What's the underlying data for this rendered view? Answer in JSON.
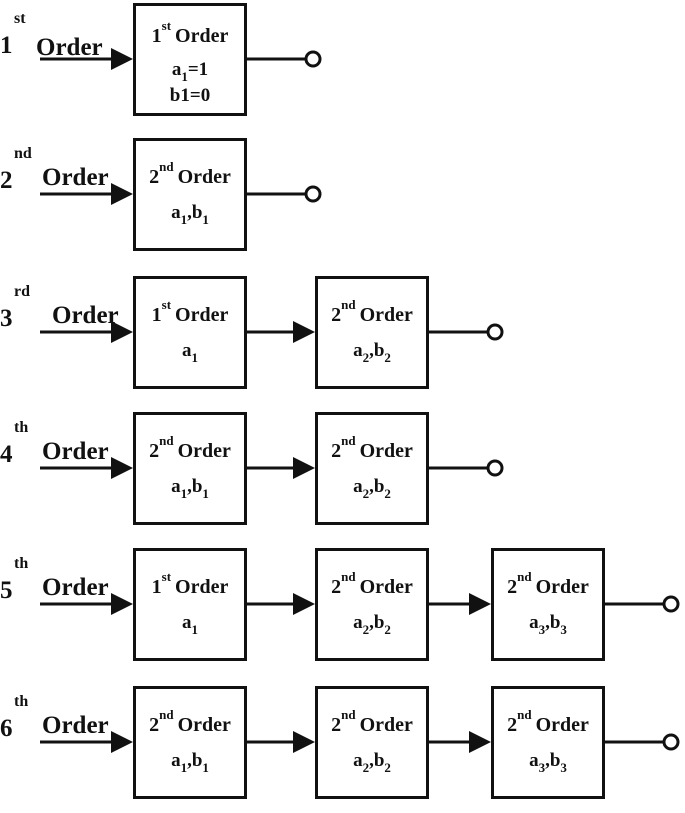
{
  "rows": [
    {
      "num": "1",
      "sup": "st",
      "word": "Order",
      "blocks": [
        {
          "num": "1",
          "sup": "st",
          "word": "Order",
          "params": [
            "a1=1",
            "b1=0"
          ]
        }
      ]
    },
    {
      "num": "2",
      "sup": "nd",
      "word": "Order",
      "blocks": [
        {
          "num": "2",
          "sup": "nd",
          "word": "Order",
          "params": [
            "a1,b1"
          ]
        }
      ]
    },
    {
      "num": "3",
      "sup": "rd",
      "word": "Order",
      "blocks": [
        {
          "num": "1",
          "sup": "st",
          "word": "Order",
          "params": [
            "a1"
          ]
        },
        {
          "num": "2",
          "sup": "nd",
          "word": "Order",
          "params": [
            "a2,b2"
          ]
        }
      ]
    },
    {
      "num": "4",
      "sup": "th",
      "word": "Order",
      "blocks": [
        {
          "num": "2",
          "sup": "nd",
          "word": "Order",
          "params": [
            "a1,b1"
          ]
        },
        {
          "num": "2",
          "sup": "nd",
          "word": "Order",
          "params": [
            "a2,b2"
          ]
        }
      ]
    },
    {
      "num": "5",
      "sup": "th",
      "word": "Order",
      "blocks": [
        {
          "num": "1",
          "sup": "st",
          "word": "Order",
          "params": [
            "a1"
          ]
        },
        {
          "num": "2",
          "sup": "nd",
          "word": "Order",
          "params": [
            "a2,b2"
          ]
        },
        {
          "num": "2",
          "sup": "nd",
          "word": "Order",
          "params": [
            "a3,b3"
          ]
        }
      ]
    },
    {
      "num": "6",
      "sup": "th",
      "word": "Order",
      "blocks": [
        {
          "num": "2",
          "sup": "nd",
          "word": "Order",
          "params": [
            "a1,b1"
          ]
        },
        {
          "num": "2",
          "sup": "nd",
          "word": "Order",
          "params": [
            "a2,b2"
          ]
        },
        {
          "num": "2",
          "sup": "nd",
          "word": "Order",
          "params": [
            "a3,b3"
          ]
        }
      ]
    }
  ],
  "colors": {
    "stroke": "#111111",
    "background": "#ffffff"
  }
}
